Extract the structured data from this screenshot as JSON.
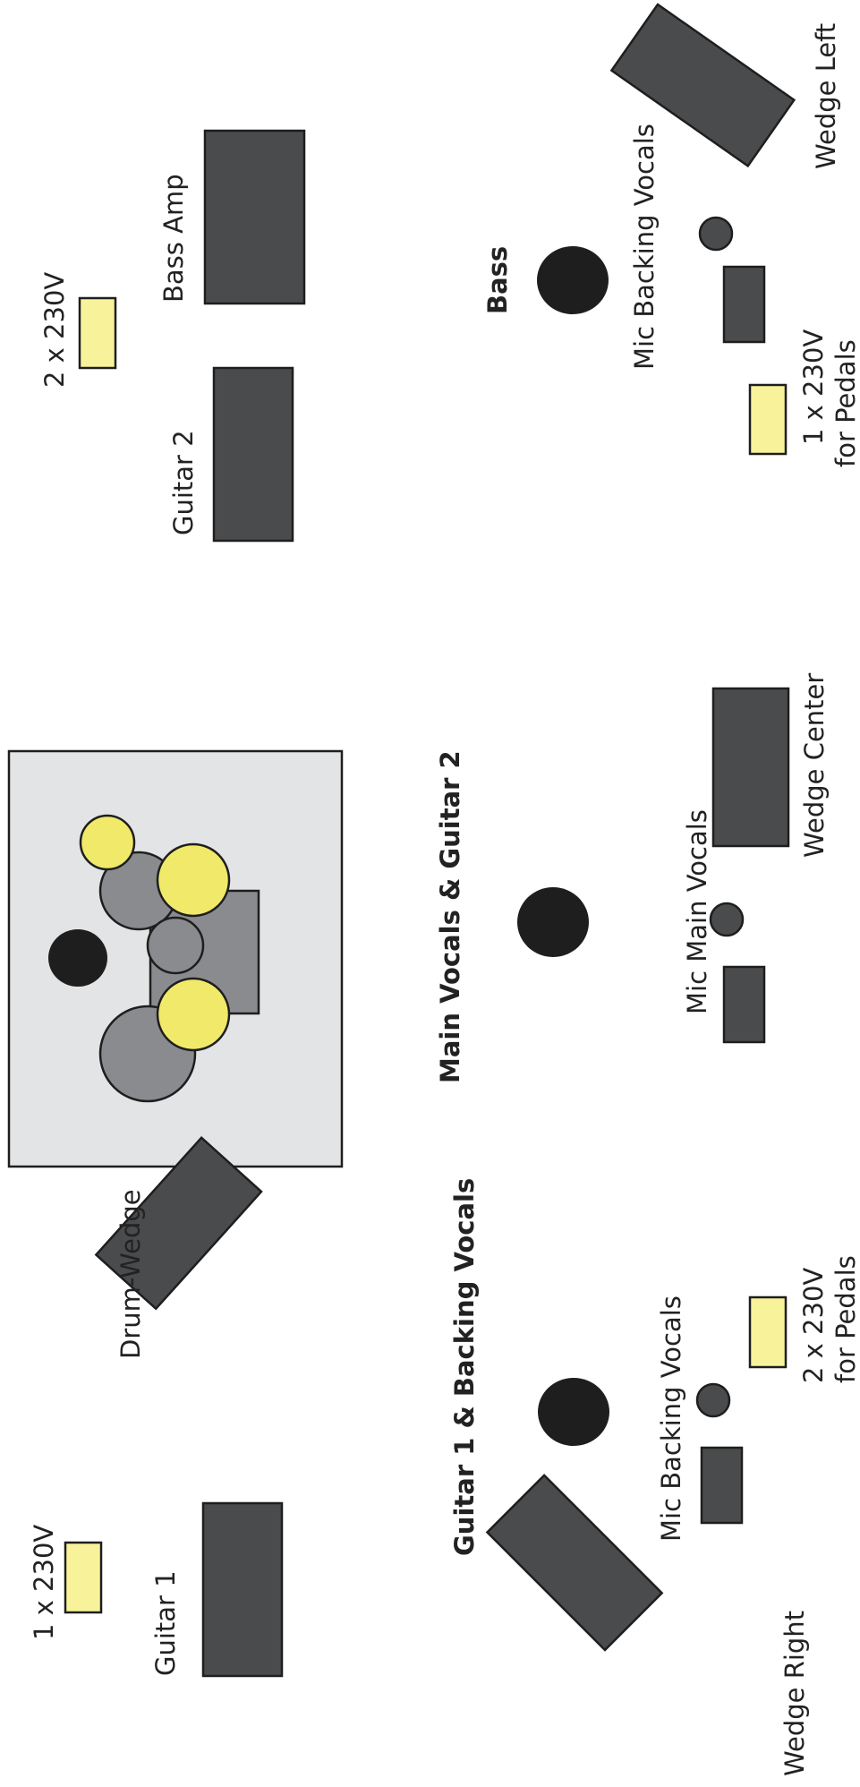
{
  "labels": {
    "power_left_top": "2 x 230V",
    "bass_amp": "Bass Amp",
    "guitar_2_amp": "Guitar 2",
    "bass_player": "Bass",
    "mic_backing_vocals_top": "Mic Backing Vocals",
    "wedge_left": "Wedge Left",
    "power_pedals_top_line1": "1 x 230V",
    "power_pedals_top_line2": "for Pedals",
    "main_vocals_player": "Main Vocals & Guitar 2",
    "mic_main_vocals": "Mic Main Vocals",
    "wedge_center": "Wedge Center",
    "drum_wedge": "Drum-Wedge",
    "guitar1_player": "Guitar 1 & Backing Vocals",
    "mic_backing_vocals_bottom": "Mic Backing Vocals",
    "power_pedals_bottom_line1": "2 x 230V",
    "power_pedals_bottom_line2": "for Pedals",
    "power_left_bottom": "1 x 230V",
    "guitar_1_amp": "Guitar 1",
    "wedge_right": "Wedge Right"
  },
  "colors": {
    "equipment": "#4a4b4d",
    "power_outlet": "#f8f39a",
    "cymbal": "#f1e96a",
    "drum": "#8a8b8e",
    "drum_riser": "#e3e4e6",
    "musician": "#1f1e1f"
  }
}
